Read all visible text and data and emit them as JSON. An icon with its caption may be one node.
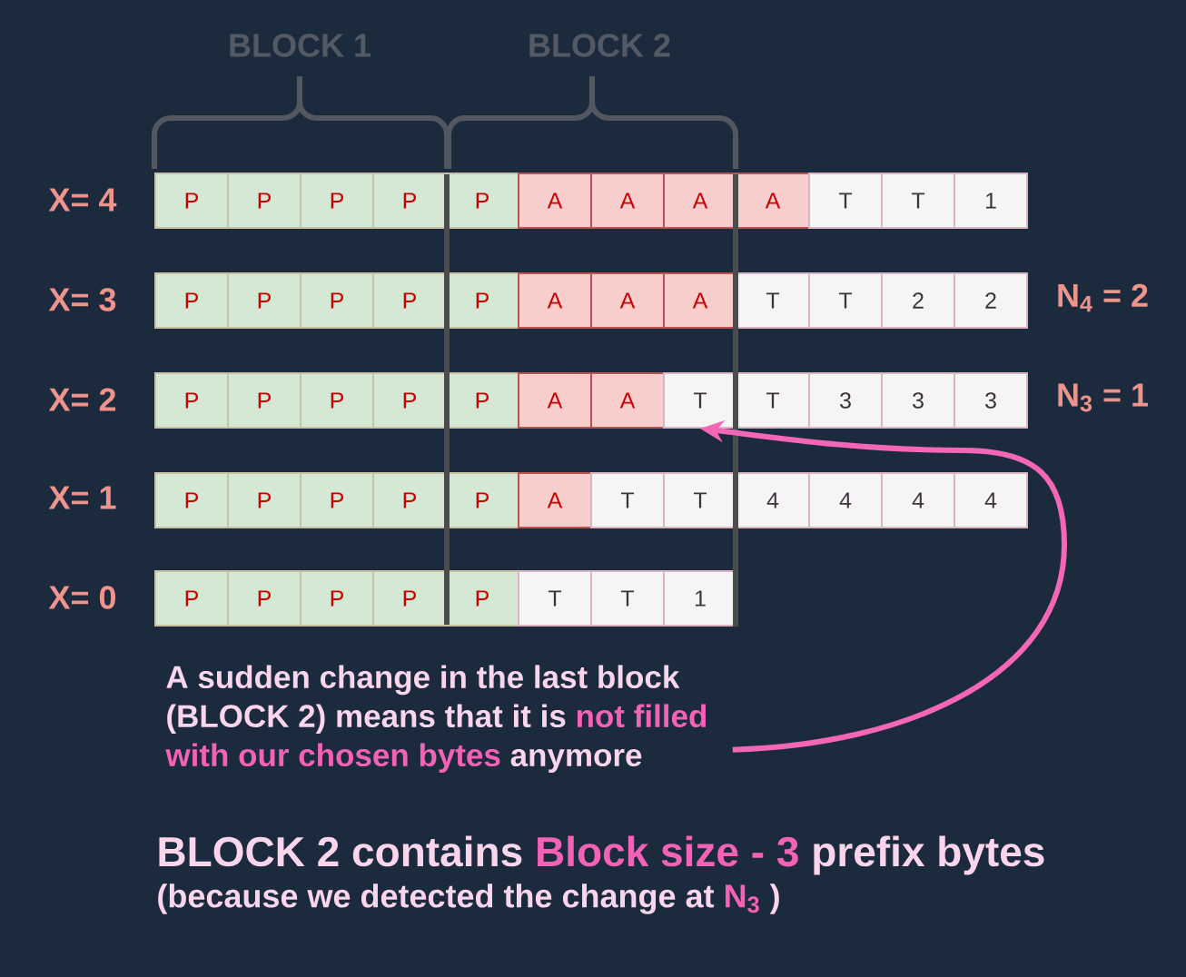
{
  "diagram": {
    "nodes": [
      {
        "text": [
          "P"
        ]
      },
      {
        "text": [
          "P"
        ]
      },
      {
        "text": [
          "P"
        ]
      },
      {
        "text": [
          "P"
        ]
      },
      {
        "text": [
          "P"
        ]
      },
      {
        "text": [
          "A"
        ]
      },
      {
        "text": [
          "A"
        ]
      },
      {
        "text": [
          "A"
        ]
      },
      {
        "text": [
          "A"
        ]
      },
      {
        "text": [
          "T"
        ]
      },
      {
        "text": [
          "T"
        ]
      },
      {
        "text": [
          "1"
        ]
      },
      {
        "text": [
          "P"
        ]
      },
      {
        "text": [
          "P"
        ]
      },
      {
        "text": [
          "P"
        ]
      },
      {
        "text": [
          "P"
        ]
      },
      {
        "text": [
          "P"
        ]
      },
      {
        "text": [
          "A"
        ]
      },
      {
        "text": [
          "A"
        ]
      },
      {
        "text": [
          "A"
        ]
      },
      {
        "text": [
          "T"
        ]
      },
      {
        "text": [
          "T"
        ]
      },
      {
        "text": [
          "2"
        ]
      },
      {
        "text": [
          "2"
        ]
      },
      {
        "text": [
          "P"
        ]
      },
      {
        "text": [
          "P"
        ]
      },
      {
        "text": [
          "P"
        ]
      },
      {
        "text": [
          "P"
        ]
      },
      {
        "text": [
          "P"
        ]
      },
      {
        "text": [
          "A"
        ]
      },
      {
        "text": [
          "A"
        ]
      },
      {
        "text": [
          "T"
        ]
      },
      {
        "text": [
          "T"
        ]
      },
      {
        "text": [
          "3"
        ]
      },
      {
        "text": [
          "3"
        ]
      },
      {
        "text": [
          "3"
        ]
      },
      {
        "text": [
          "P"
        ]
      },
      {
        "text": [
          "P"
        ]
      },
      {
        "text": [
          "P"
        ]
      },
      {
        "text": [
          "P"
        ]
      },
      {
        "text": [
          "P"
        ]
      },
      {
        "text": [
          "A"
        ]
      },
      {
        "text": [
          "T"
        ]
      },
      {
        "text": [
          "T"
        ]
      },
      {
        "text": [
          "4"
        ]
      },
      {
        "text": [
          "4"
        ]
      },
      {
        "text": [
          "4"
        ]
      },
      {
        "text": [
          "4"
        ]
      },
      {
        "text": [
          "P"
        ]
      },
      {
        "text": [
          "P"
        ]
      },
      {
        "text": [
          "P"
        ]
      },
      {
        "text": [
          "P"
        ]
      },
      {
        "text": [
          "P"
        ]
      },
      {
        "text": [
          "T"
        ]
      },
      {
        "text": [
          "T"
        ]
      },
      {
        "text": [
          "1"
        ]
      },
      {
        "text": [
          "A sudden change in the last block (BLOCK 2) means that it is **not filled with our chosen bytes** anymore"
        ]
      }
    ],
    "edges": [
      {
        "from": 56,
        "to": 31,
        "arrow": "to"
      }
    ],
    "labels": [
      "BLOCK 1",
      "BLOCK 2",
      "X= 4",
      "X= 3",
      "N$_{4}$ = 2",
      "X= 2",
      "N$_{3}$ = 1",
      "X= 1",
      "X= 0",
      "BLOCK 2 contains **Block size - 3** prefix bytes",
      "(because we detected the change at **N$_{3}$** )"
    ]
  }
}
